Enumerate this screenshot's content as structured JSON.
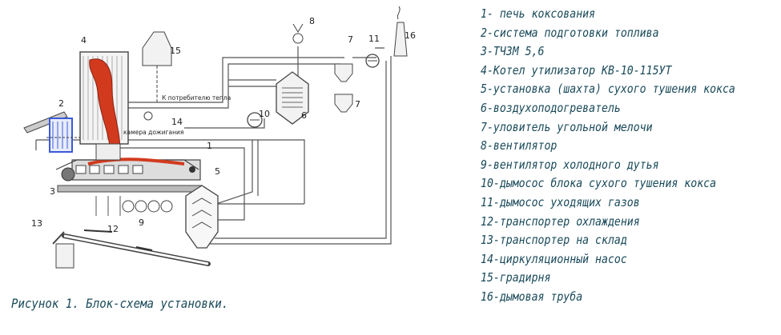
{
  "labels": {
    "n1": "1",
    "n2": "2",
    "n3": "3",
    "n4": "4",
    "n5": "5",
    "n6": "6",
    "n7a": "7",
    "n7b": "7",
    "n8": "8",
    "n9": "9",
    "n10": "10",
    "n11": "11",
    "n12": "12",
    "n13": "13",
    "n14": "14",
    "n15": "15",
    "n16": "16",
    "heat_consumer": "К потребителю тепла",
    "afterburn_chamber": "камера дожигания"
  },
  "legend": [
    "1- печь коксования",
    "2-система подготовки топлива",
    "3-ТЧЗМ 5,6",
    "4-Котел утилизатор КВ-10-115УТ",
    "5-установка (шахта) сухого тушения кокса",
    "6-воздухоподогреватель",
    "7-уловитель угольной мелочи",
    "8-вентилятор",
    "9-вентилятор холодного дутья",
    "10-дымосос блока сухого тушения кокса",
    "11-дымосос уходящих газов",
    "12-транспортер охлаждения",
    "13-транспортер на склад",
    "14-циркуляционный насос",
    "15-градирня",
    "16-дымовая труба"
  ],
  "caption": "Рисунок 1. Блок-схема установки.",
  "colors": {
    "text": "#1a4a5a",
    "line": "#444444",
    "flame": "#d23a1e",
    "fuel_system": "#3a5bd9"
  }
}
